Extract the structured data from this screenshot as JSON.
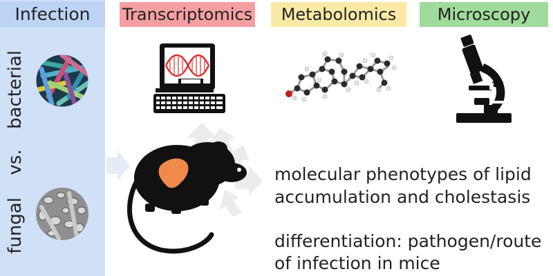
{
  "headers": {
    "infection": "Infection",
    "transcriptomics": "Transcriptomics",
    "metabolomics": "Metabolomics",
    "microscopy": "Microscopy"
  },
  "infection_types": {
    "bacterial": "bacterial",
    "vs": "vs.",
    "fungal": "fungal"
  },
  "outcomes": {
    "line1": "molecular phenotypes of lipid",
    "line2": "accumulation and cholestasis",
    "line3": "differentiation: pathogen/route",
    "line4": "of infection in mice"
  },
  "colors": {
    "infection_bg": "#cfe0f7",
    "transcriptomics": "#f59fa2",
    "metabolomics": "#faeaa5",
    "microscopy": "#9fdb9a",
    "liver": "#f08a4b",
    "dna": "#e03030"
  }
}
